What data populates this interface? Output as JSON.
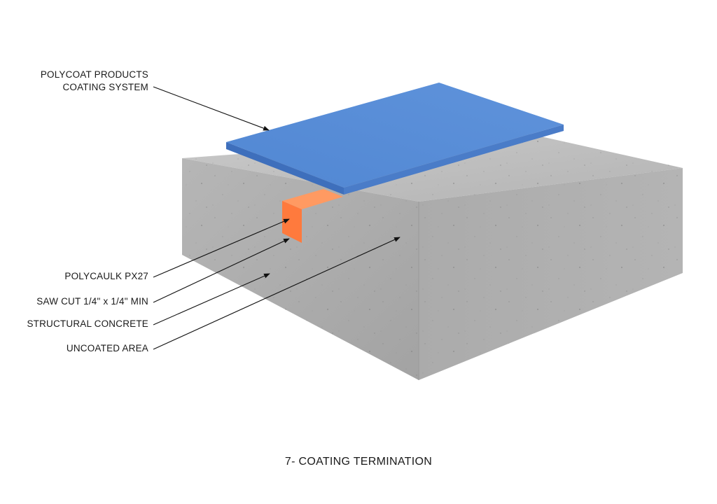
{
  "callouts": {
    "coating_system": {
      "line1": "POLYCOAT PRODUCTS",
      "line2": "COATING SYSTEM"
    },
    "polycaulk": "POLYCAULK PX27",
    "saw_cut": "SAW CUT 1/4\" x 1/4\" MIN",
    "structural_concrete": "STRUCTURAL CONCRETE",
    "uncoated_area": "UNCOATED AREA"
  },
  "caption": "7- COATING TERMINATION",
  "colors": {
    "coating": "#5b8fd6",
    "caulk": "#ff7a3d",
    "concrete": "#b9b9b9"
  }
}
